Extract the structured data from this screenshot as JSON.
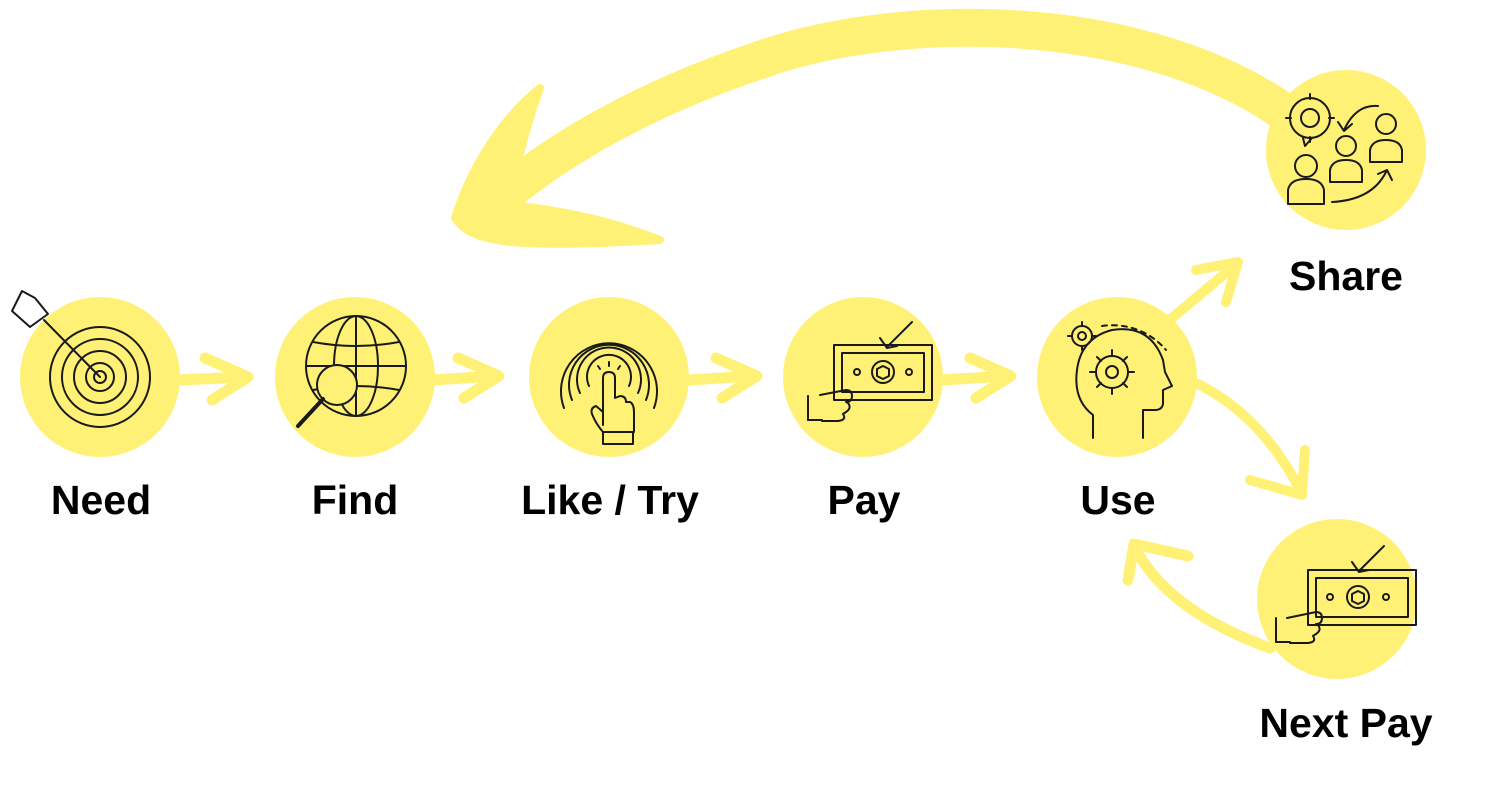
{
  "colors": {
    "accent": "#FFF176",
    "stroke": "#1a1a1a",
    "text": "#000000",
    "background": "#ffffff"
  },
  "steps": [
    {
      "key": "need",
      "label": "Need",
      "icon": "target-arrow-icon"
    },
    {
      "key": "find",
      "label": "Find",
      "icon": "globe-magnifier-icon"
    },
    {
      "key": "like_try",
      "label": "Like / Try",
      "icon": "touch-finger-icon"
    },
    {
      "key": "pay",
      "label": "Pay",
      "icon": "hand-money-icon"
    },
    {
      "key": "use",
      "label": "Use",
      "icon": "head-gears-icon"
    },
    {
      "key": "share",
      "label": "Share",
      "icon": "people-share-icon"
    },
    {
      "key": "next_pay",
      "label": "Next Pay",
      "icon": "hand-money-icon"
    }
  ]
}
